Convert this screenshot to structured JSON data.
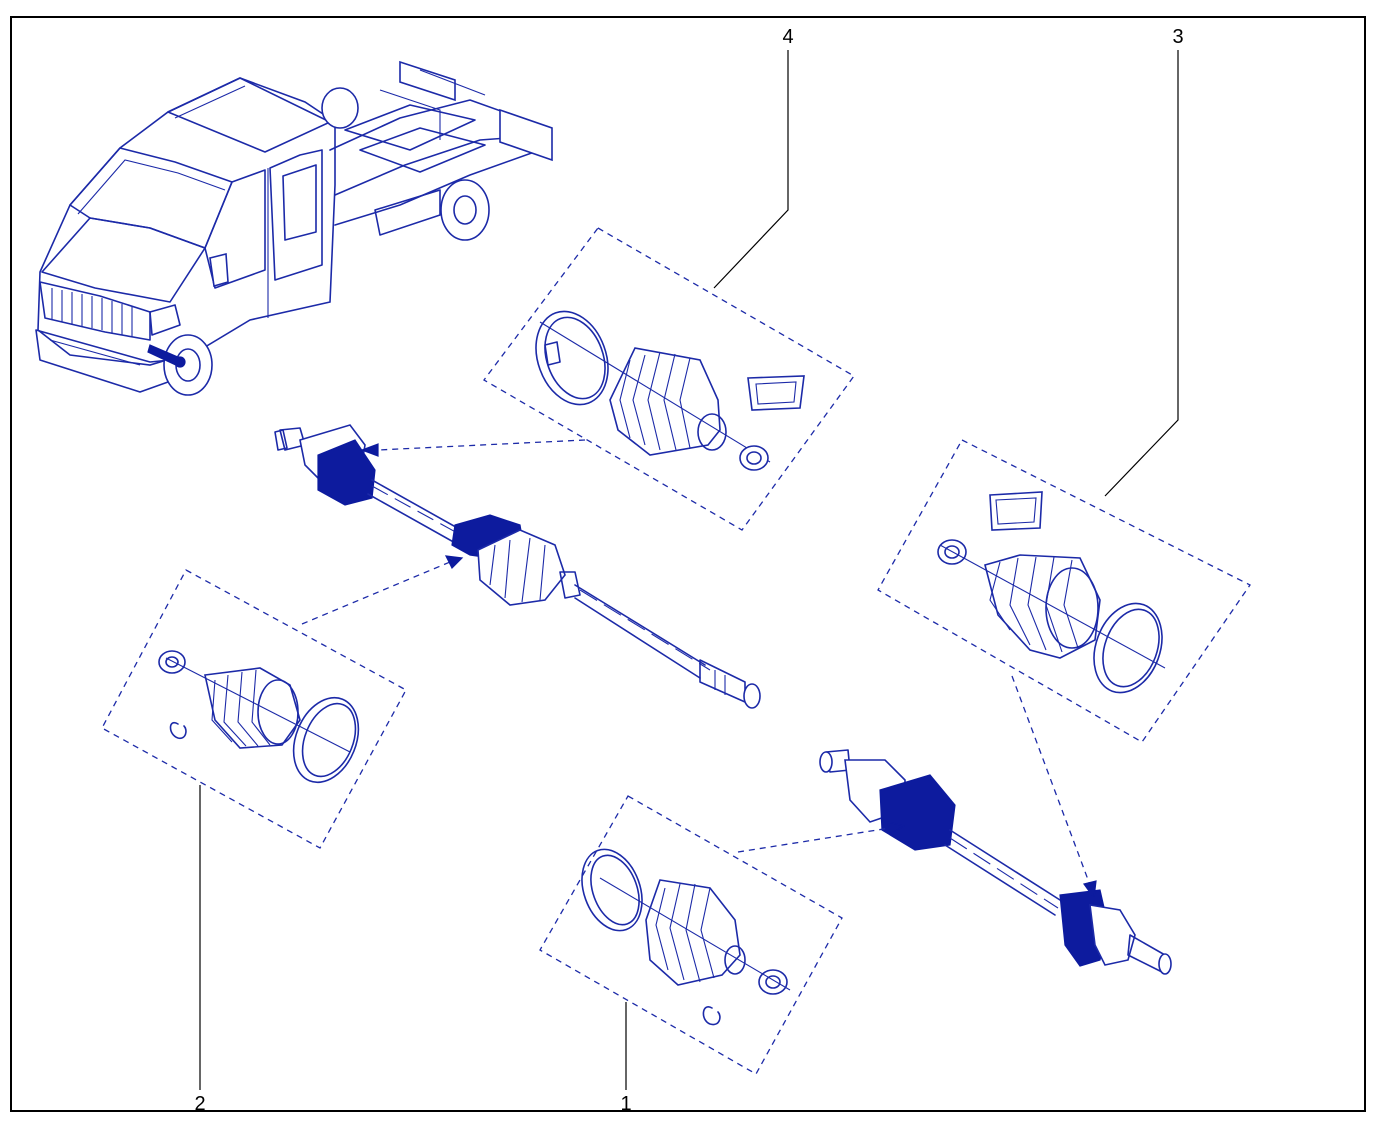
{
  "colors": {
    "line": "#1c2aa8",
    "fill": "#0d1b9e",
    "leader": "#000000",
    "background": "#ffffff"
  },
  "callouts": [
    {
      "id": "1",
      "label": "1"
    },
    {
      "id": "2",
      "label": "2"
    },
    {
      "id": "3",
      "label": "3"
    },
    {
      "id": "4",
      "label": "4"
    }
  ]
}
